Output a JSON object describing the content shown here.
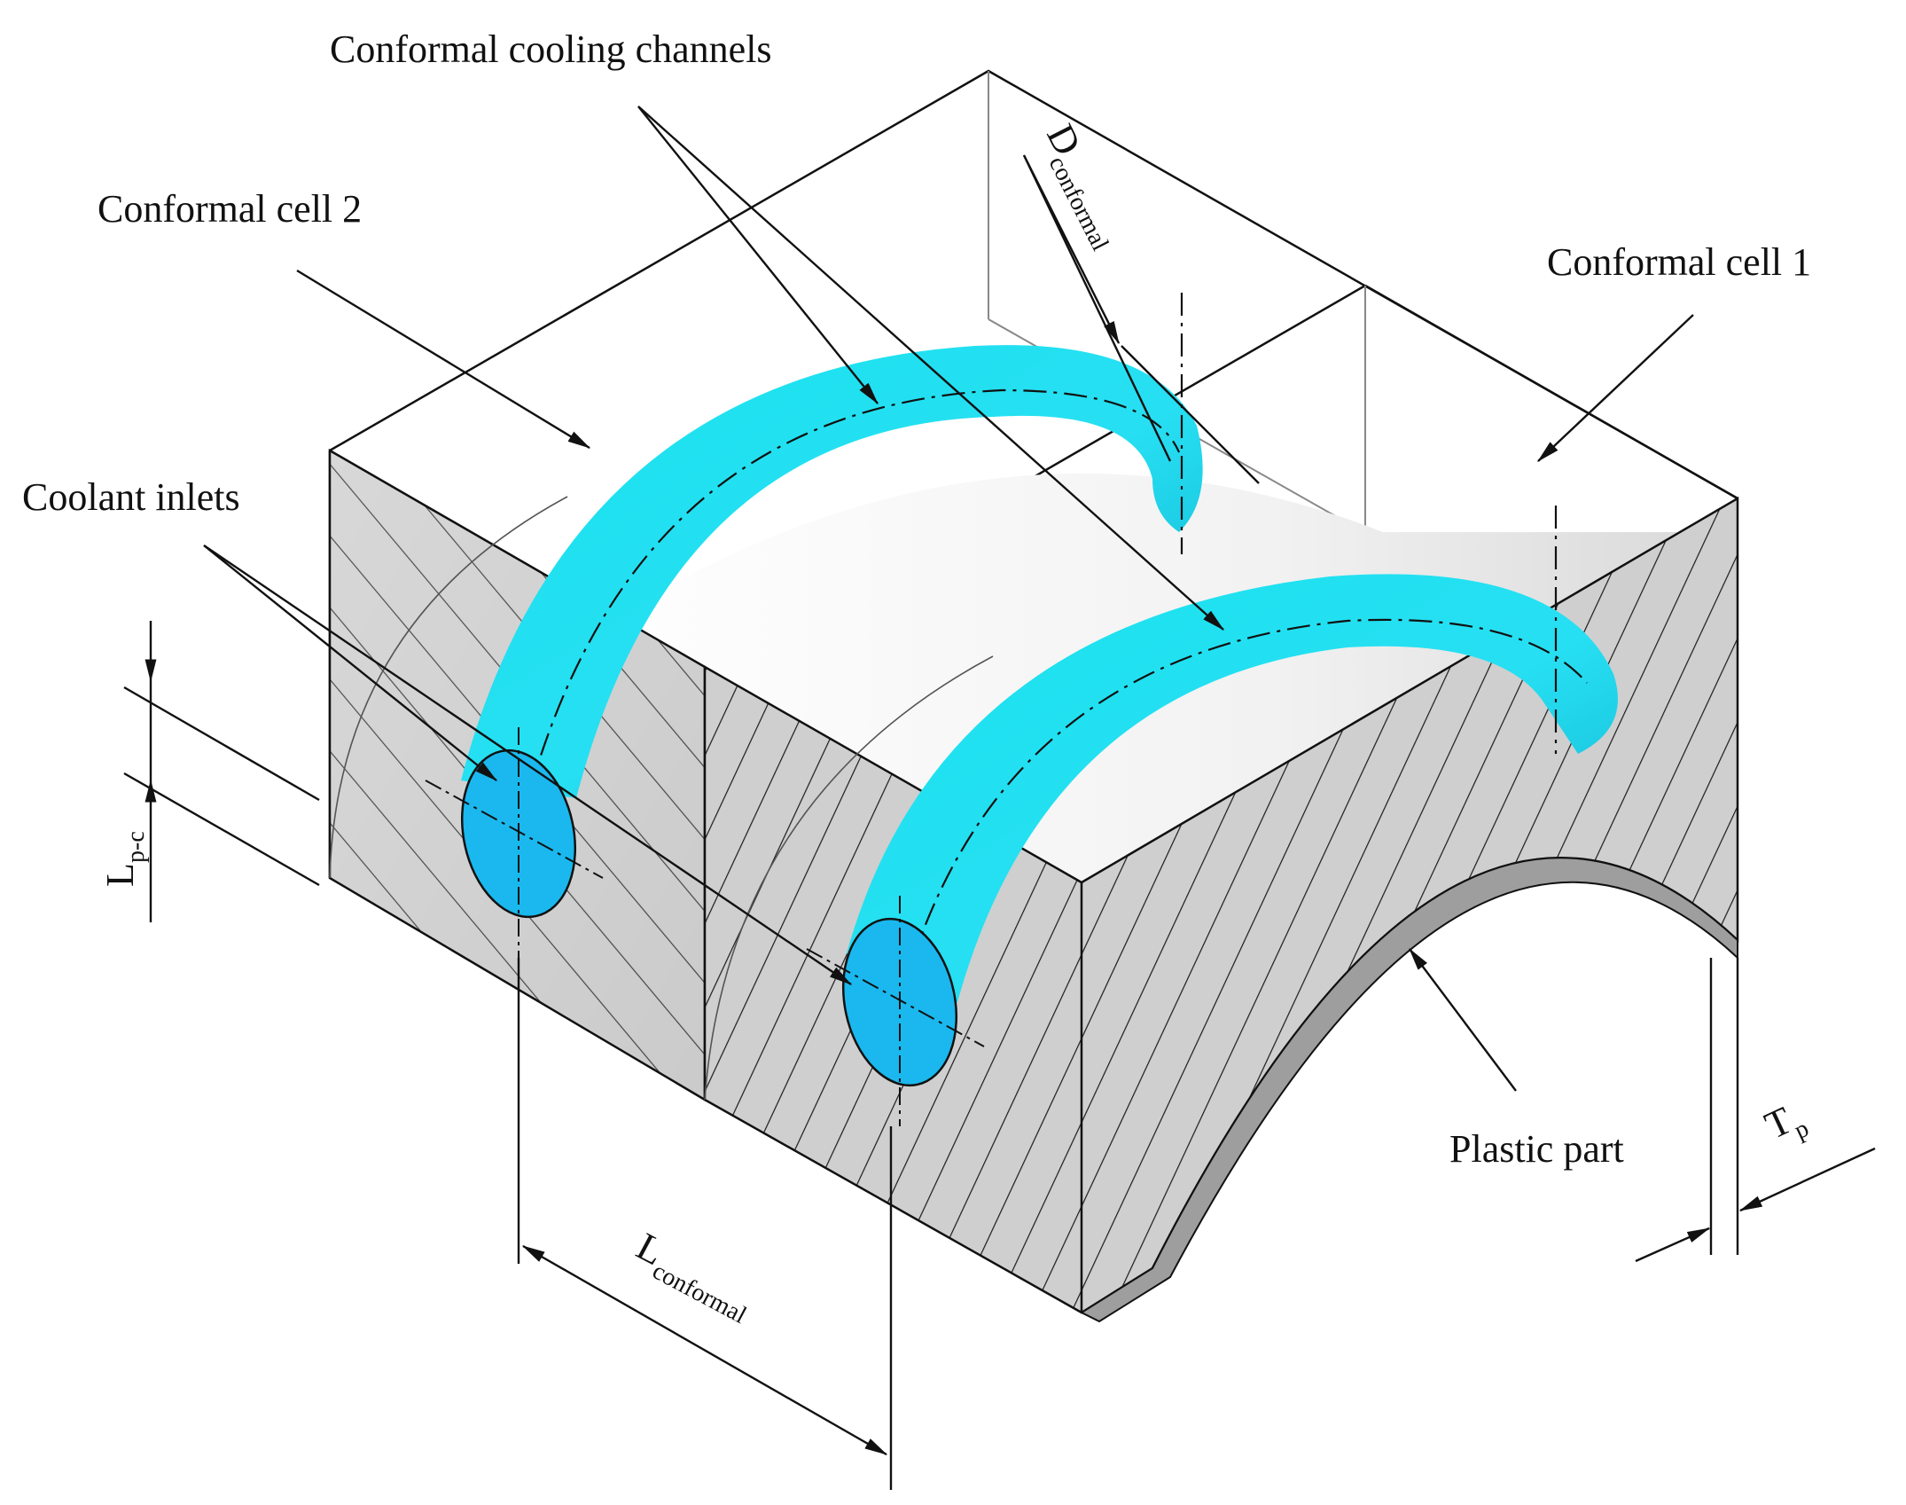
{
  "labels": {
    "conformal_cooling_channels": "Conformal cooling channels",
    "conformal_cell_2": "Conformal cell 2",
    "conformal_cell_1": "Conformal cell 1",
    "coolant_inlets": "Coolant inlets",
    "plastic_part": "Plastic part"
  },
  "dimensions": {
    "d_conformal": {
      "main": "D",
      "sub": "conformal"
    },
    "l_conformal": {
      "main": "L",
      "sub": "conformal"
    },
    "l_p_c": {
      "main": "L",
      "sub": "p-c"
    },
    "t_p": {
      "main": "T",
      "sub": "p"
    }
  },
  "colors": {
    "channel": "#19e3ef",
    "channel_dark": "#0aa7c9",
    "inlet": "#1ab8ee",
    "section_grey": "#cfcfcf",
    "hatch": "#1a1a1a",
    "outline": "#111111"
  }
}
